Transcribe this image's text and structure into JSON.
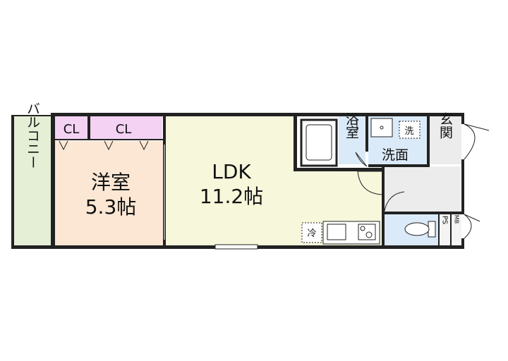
{
  "colors": {
    "wall": "#222222",
    "balcony": "#e4efd6",
    "closet": "#f3d2f3",
    "western_room": "#fbe7d4",
    "ldk": "#f6f7db",
    "bath": "#dbeaf8",
    "hall": "#ececec",
    "toilet": "#dbeaf8"
  },
  "rooms": {
    "balcony": {
      "label": "バルコニー"
    },
    "closet_left": {
      "label": "CL"
    },
    "closet_right": {
      "label": "CL"
    },
    "western_room": {
      "name": "洋室",
      "size": "5.3帖"
    },
    "ldk": {
      "name": "LDK",
      "size": "11.2帖"
    },
    "bath": {
      "label": "浴室"
    },
    "washroom": {
      "label": "洗面"
    },
    "washer": {
      "label": "洗"
    },
    "entrance": {
      "label": "玄関"
    },
    "fridge": {
      "label": "冷"
    },
    "pipe_space": {
      "label": "PS"
    },
    "meter_box": {
      "label": "MB"
    }
  }
}
